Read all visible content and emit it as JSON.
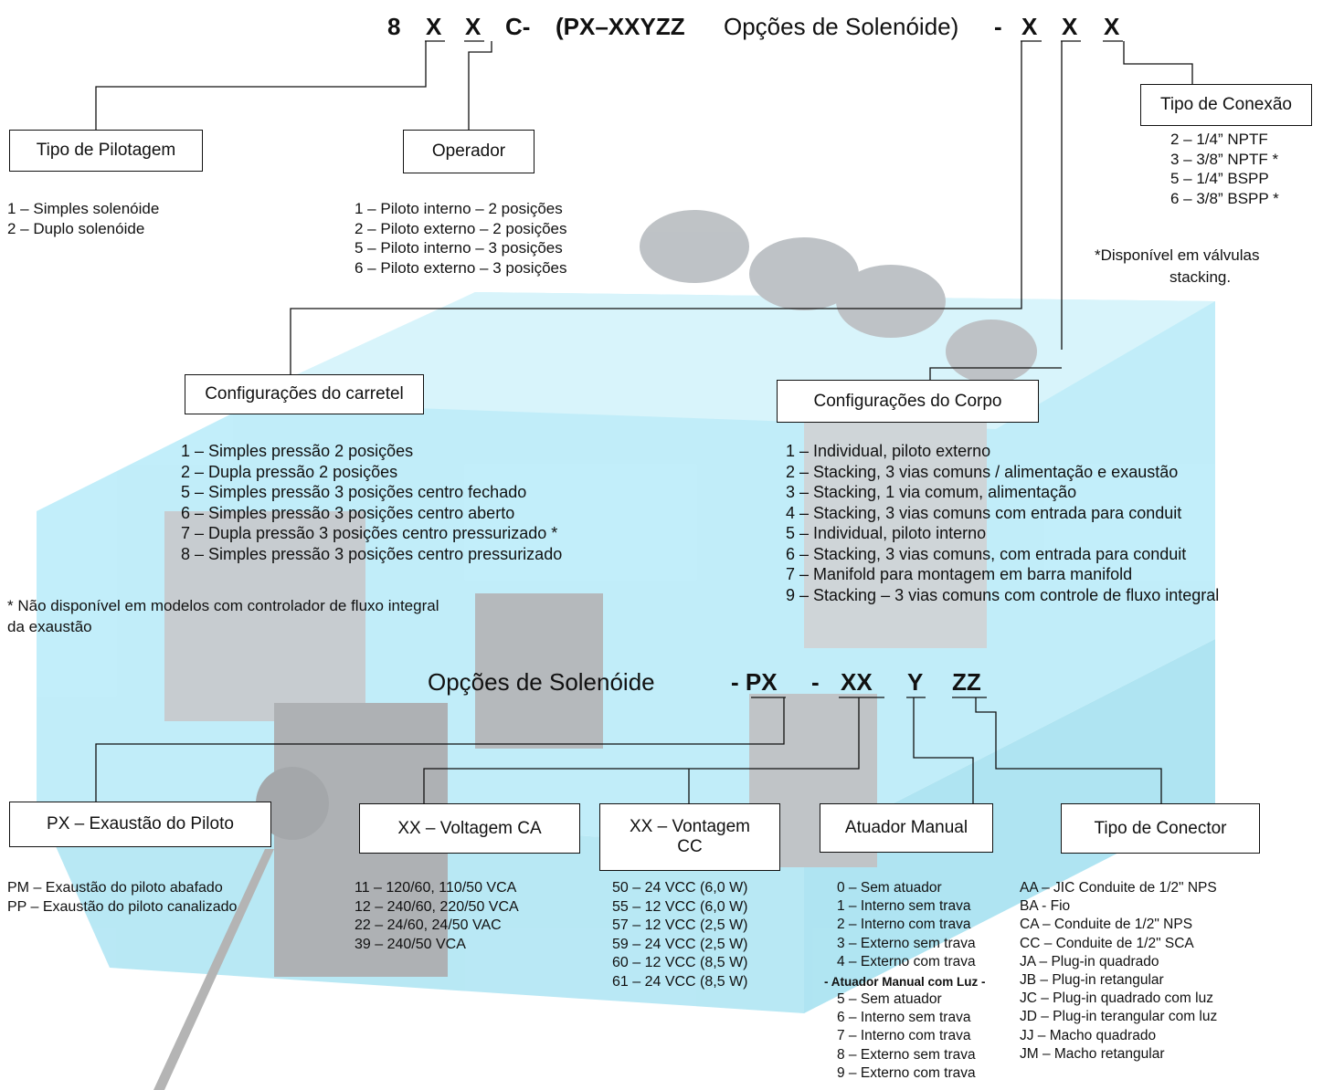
{
  "header": {
    "code_prefix": [
      "8",
      "X",
      "X",
      "C-",
      "(PX–XXYZZ"
    ],
    "code_mid": "Opções de Solenóide)",
    "code_dash": "-",
    "code_suffix": [
      "X",
      "X",
      "X"
    ]
  },
  "tipo_pilotagem": {
    "title": "Tipo de Pilotagem",
    "items": [
      "1 – Simples solenóide",
      "2 – Duplo solenóide"
    ]
  },
  "operador": {
    "title": "Operador",
    "items": [
      "1 – Piloto interno – 2 posições",
      "2 – Piloto externo – 2 posições",
      "5 – Piloto interno – 3 posições",
      "6 – Piloto externo – 3 posições"
    ]
  },
  "tipo_conexao": {
    "title": "Tipo de Conexão",
    "items": [
      "2 – 1/4” NPTF",
      "3 – 3/8” NPTF *",
      "5 – 1/4” BSPP",
      "6 – 3/8” BSPP *"
    ],
    "note_line1": "*Disponível em válvulas",
    "note_line2": "stacking."
  },
  "carretel": {
    "title": "Configurações do carretel",
    "items": [
      "1 – Simples pressão 2 posições",
      "2 – Dupla pressão 2 posições",
      "5 – Simples pressão 3 posições centro fechado",
      "6 – Simples pressão 3 posições centro aberto",
      "7 – Dupla pressão 3 posições centro pressurizado *",
      "8 – Simples pressão 3 posições centro pressurizado"
    ],
    "note_line1": "* Não disponível em modelos com controlador de fluxo integral",
    "note_line2": "da exaustão"
  },
  "corpo": {
    "title": "Configurações do Corpo",
    "items": [
      "1 – Individual, piloto externo",
      "2 – Stacking, 3 vias comuns / alimentação e exaustão",
      "3 – Stacking, 1 via comum, alimentação",
      "4 – Stacking, 3 vias comuns com entrada para conduit",
      "5 – Individual, piloto interno",
      "6 – Stacking, 3 vias comuns, com entrada para conduit",
      "7 – Manifold para montagem em barra manifold",
      "9 – Stacking – 3 vias comuns com controle de fluxo integral"
    ]
  },
  "solenoide": {
    "title": "Opções de Solenóide",
    "codes": [
      "- PX",
      "-",
      "XX",
      "Y",
      "ZZ"
    ]
  },
  "exaustao_piloto": {
    "title": "PX – Exaustão do Piloto",
    "items": [
      "PM – Exaustão do piloto abafado",
      "PP – Exaustão do piloto canalizado"
    ]
  },
  "voltagem_ca": {
    "title": "XX – Voltagem CA",
    "items": [
      "11 – 120/60, 110/50 VCA",
      "12 – 240/60, 220/50 VCA",
      "22 – 24/60, 24/50 VAC",
      "39 – 240/50 VCA"
    ]
  },
  "voltagem_cc": {
    "title_line1": "XX – Vontagem",
    "title_line2": "CC",
    "items": [
      "50 – 24 VCC (6,0 W)",
      "55 – 12 VCC (6,0 W)",
      "57 – 12 VCC (2,5 W)",
      "59 – 24 VCC (2,5 W)",
      "60 – 12 VCC (8,5 W)",
      "61 – 24 VCC (8,5 W)"
    ]
  },
  "atuador": {
    "title": "Atuador Manual",
    "items_a": [
      "0 – Sem atuador",
      "1 – Interno sem trava",
      "2 – Interno com trava",
      "3 – Externo sem trava",
      "4 – Externo com trava"
    ],
    "subheading": "- Atuador Manual com Luz -",
    "items_b": [
      "5 – Sem atuador",
      "6 – Interno sem trava",
      "7 – Interno com trava",
      "8 – Externo sem trava",
      "9 – Externo com trava"
    ]
  },
  "conector": {
    "title": "Tipo de Conector",
    "items": [
      "AA – JIC Conduite de 1/2\" NPS",
      "BA - Fio",
      "CA – Conduite de 1/2\" NPS",
      "CC – Conduite de 1/2\" SCA",
      "JA – Plug-in quadrado",
      "JB – Plug-in retangular",
      "JC – Plug-in quadrado com luz",
      "JD – Plug-in terangular com luz",
      "JJ – Macho quadrado",
      "JM – Macho retangular"
    ]
  },
  "colors": {
    "background_photo": "#7fd8f0",
    "line": "#111111"
  }
}
